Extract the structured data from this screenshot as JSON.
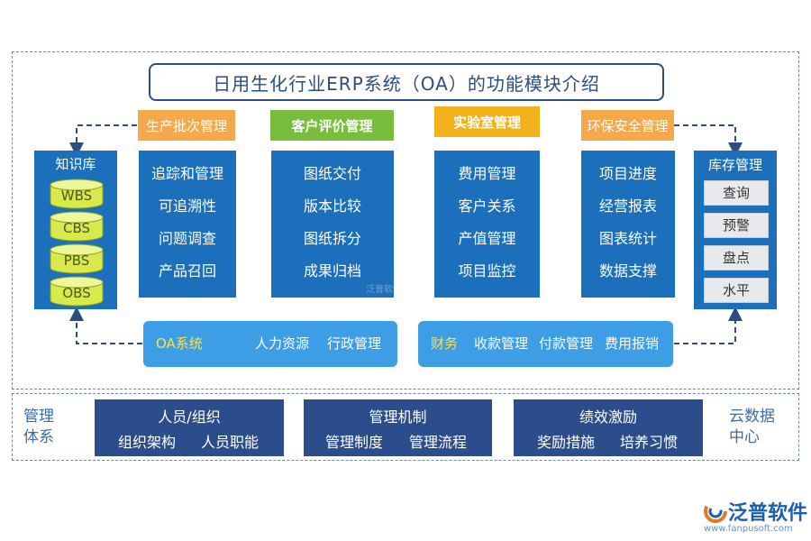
{
  "title": "日用生化行业ERP系统（OA）的功能模块介绍",
  "modules": [
    {
      "name": "生产批次管理",
      "color": "#f6a94a",
      "items": [
        "追踪和管理",
        "可追溯性",
        "问题调查",
        "产品召回"
      ]
    },
    {
      "name": "客户评价管理",
      "color": "#78be3c",
      "items": [
        "图纸交付",
        "版本比较",
        "图纸拆分",
        "成果归档"
      ]
    },
    {
      "name": "实验室管理",
      "color": "#f3b21b",
      "items": [
        "费用管理",
        "客户关系",
        "产值管理",
        "项目监控"
      ]
    },
    {
      "name": "环保安全管理",
      "color": "#f6a94a",
      "items": [
        "项目进度",
        "经营报表",
        "图表统计",
        "数据支撑"
      ]
    }
  ],
  "knowledge": {
    "title": "知识库",
    "items": [
      "WBS",
      "CBS",
      "PBS",
      "OBS"
    ]
  },
  "inventory": {
    "title": "库存管理",
    "items": [
      "查询",
      "预警",
      "盘点",
      "水平"
    ]
  },
  "oa_bar": {
    "label": "OA系统",
    "items": [
      "人力资源",
      "行政管理"
    ]
  },
  "finance_bar": {
    "label": "财务",
    "items": [
      "收款管理",
      "付款管理",
      "费用报销"
    ]
  },
  "left_label": [
    "管理",
    "体系"
  ],
  "right_label": [
    "云数据",
    "中心"
  ],
  "bottom_boxes": [
    {
      "head": "人员/组织",
      "items": [
        "组织架构",
        "人员职能"
      ]
    },
    {
      "head": "管理机制",
      "items": [
        "管理制度",
        "管理流程"
      ]
    },
    {
      "head": "绩效激励",
      "items": [
        "奖励措施",
        "培养习惯"
      ]
    }
  ],
  "logo": {
    "name": "泛普软件",
    "url": "www.fanpusoft.com",
    "watermark": "泛普软件"
  },
  "colors": {
    "module_body": "#1c6fba",
    "bar": "#3d9de5",
    "bottom": "#2c4d8c",
    "frame": "#2c4d7e"
  }
}
